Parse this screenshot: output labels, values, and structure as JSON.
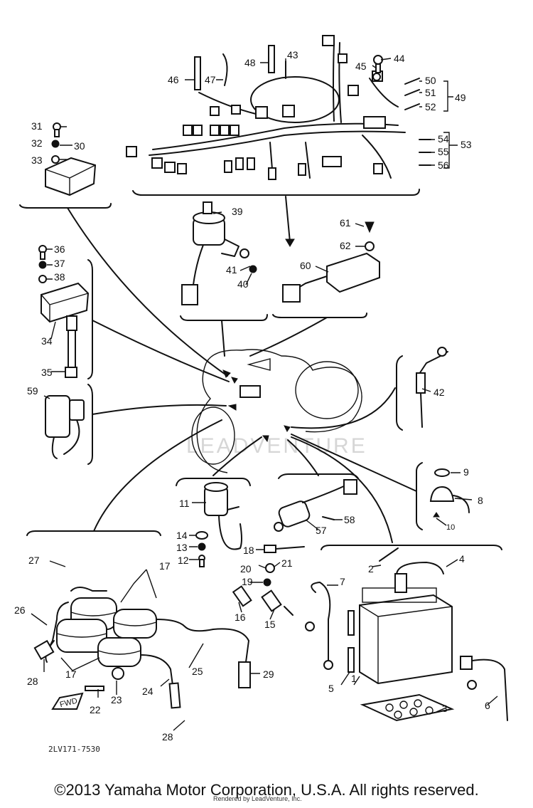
{
  "diagram": {
    "part_labels": [
      "1",
      "2",
      "3",
      "4",
      "5",
      "6",
      "7",
      "8",
      "9",
      "10",
      "11",
      "12",
      "13",
      "14",
      "15",
      "16",
      "17",
      "17",
      "17",
      "18",
      "19",
      "20",
      "21",
      "22",
      "23",
      "24",
      "25",
      "26",
      "27",
      "28",
      "28",
      "29",
      "30",
      "31",
      "32",
      "33",
      "34",
      "35",
      "36",
      "37",
      "38",
      "39",
      "40",
      "41",
      "42",
      "43",
      "44",
      "45",
      "46",
      "47",
      "48",
      "49",
      "50",
      "51",
      "52",
      "53",
      "54",
      "55",
      "56",
      "57",
      "58",
      "59",
      "60",
      "61",
      "62"
    ],
    "fwd_label": "FWD",
    "drawing_number": "2LV171-7530",
    "watermark": "LEADVENTURE"
  },
  "footer": {
    "copyright": "©2013 Yamaha Motor Corporation, U.S.A. All rights reserved.",
    "rendered_by": "Rendered by LeadVenture, Inc."
  }
}
